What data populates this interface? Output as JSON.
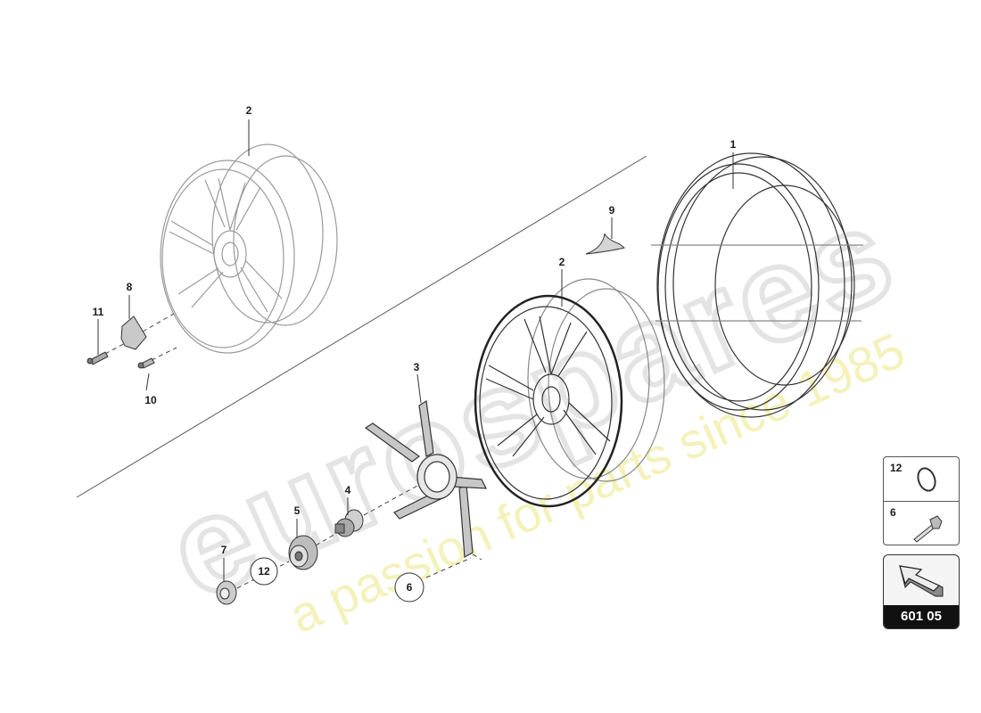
{
  "watermark": {
    "logo_text": "eurospares",
    "tagline": "a passion for parts since 1985"
  },
  "callouts": {
    "p1": "1",
    "p2a": "2",
    "p2b": "2",
    "p3": "3",
    "p4": "4",
    "p5": "5",
    "p6": "6",
    "p7": "7",
    "p8": "8",
    "p9": "9",
    "p10": "10",
    "p11": "11",
    "p12": "12"
  },
  "legend": {
    "rows": [
      {
        "number": "12",
        "icon": "o-ring-icon"
      },
      {
        "number": "6",
        "icon": "bolt-icon"
      }
    ]
  },
  "reference": {
    "label": "601 05",
    "icon": "direction-arrow-icon"
  },
  "colors": {
    "line": "#333333",
    "faded_line": "#9a9a9a",
    "watermark_grey": "#e4e4e4",
    "watermark_yellow": "#f3f0b0"
  }
}
